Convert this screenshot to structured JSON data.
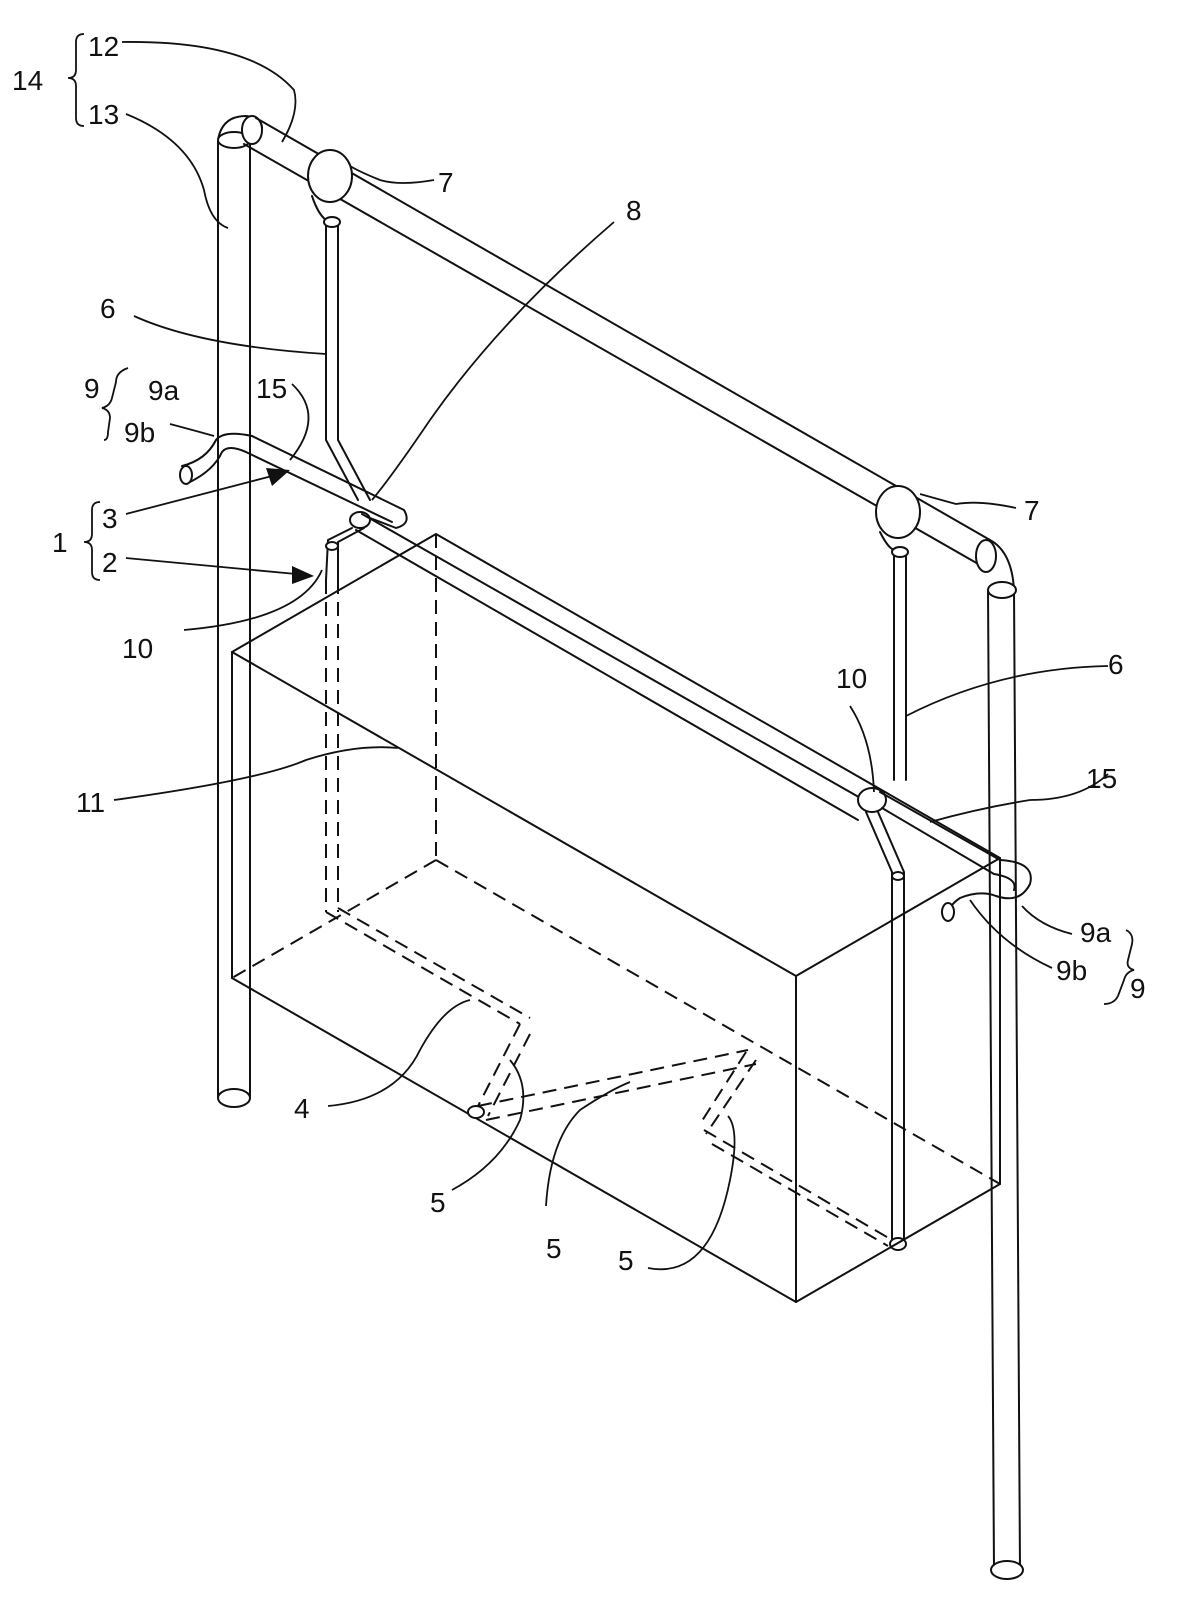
{
  "labels": {
    "l14": "14",
    "l12": "12",
    "l13": "13",
    "l7a": "7",
    "l7b": "7",
    "l8": "8",
    "l6a": "6",
    "l6b": "6",
    "l9a_group": "9",
    "l9a_top": "9a",
    "l9b_top": "9b",
    "l15a": "15",
    "l15b": "15",
    "l1": "1",
    "l3": "3",
    "l2": "2",
    "l10a": "10",
    "l10b": "10",
    "l11": "11",
    "l9a_bottom": "9a",
    "l9b_bottom": "9b",
    "l9b_group": "9",
    "l4": "4",
    "l5a": "5",
    "l5b": "5",
    "l5c": "5"
  }
}
